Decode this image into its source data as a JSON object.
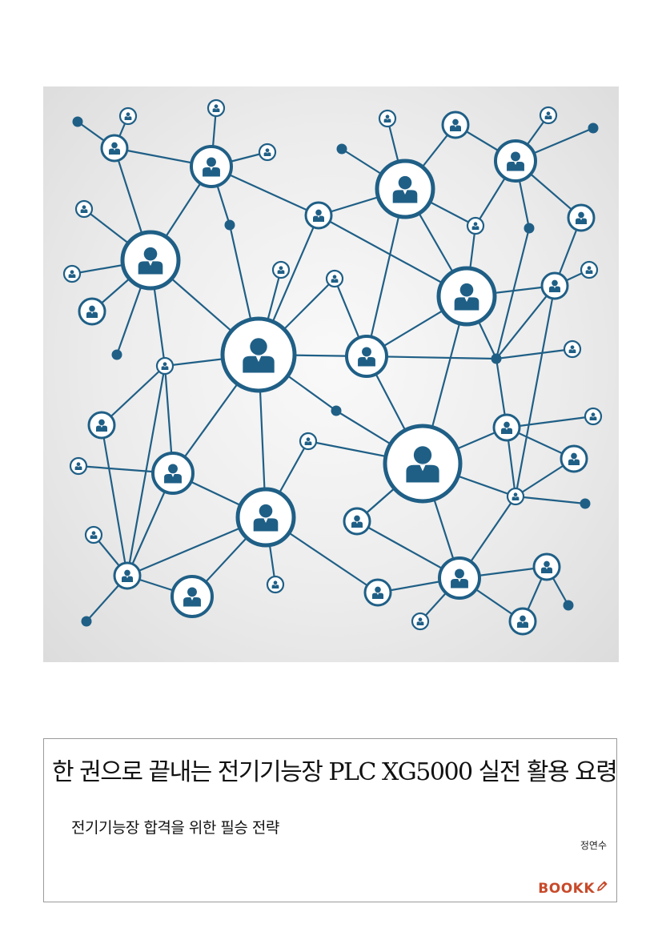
{
  "cover": {
    "title": "한 권으로 끝내는 전기기능장 PLC XG5000 실전 활용 요령",
    "subtitle": "전기기능장 합격을 위한 필승 전략",
    "author": "정연수",
    "publisher": "BOOKK",
    "publisher_icon": "pen-icon",
    "art_icon": "people-network-illustration"
  },
  "colors": {
    "network": "#1f5f86",
    "publisher": "#c84a2a"
  }
}
